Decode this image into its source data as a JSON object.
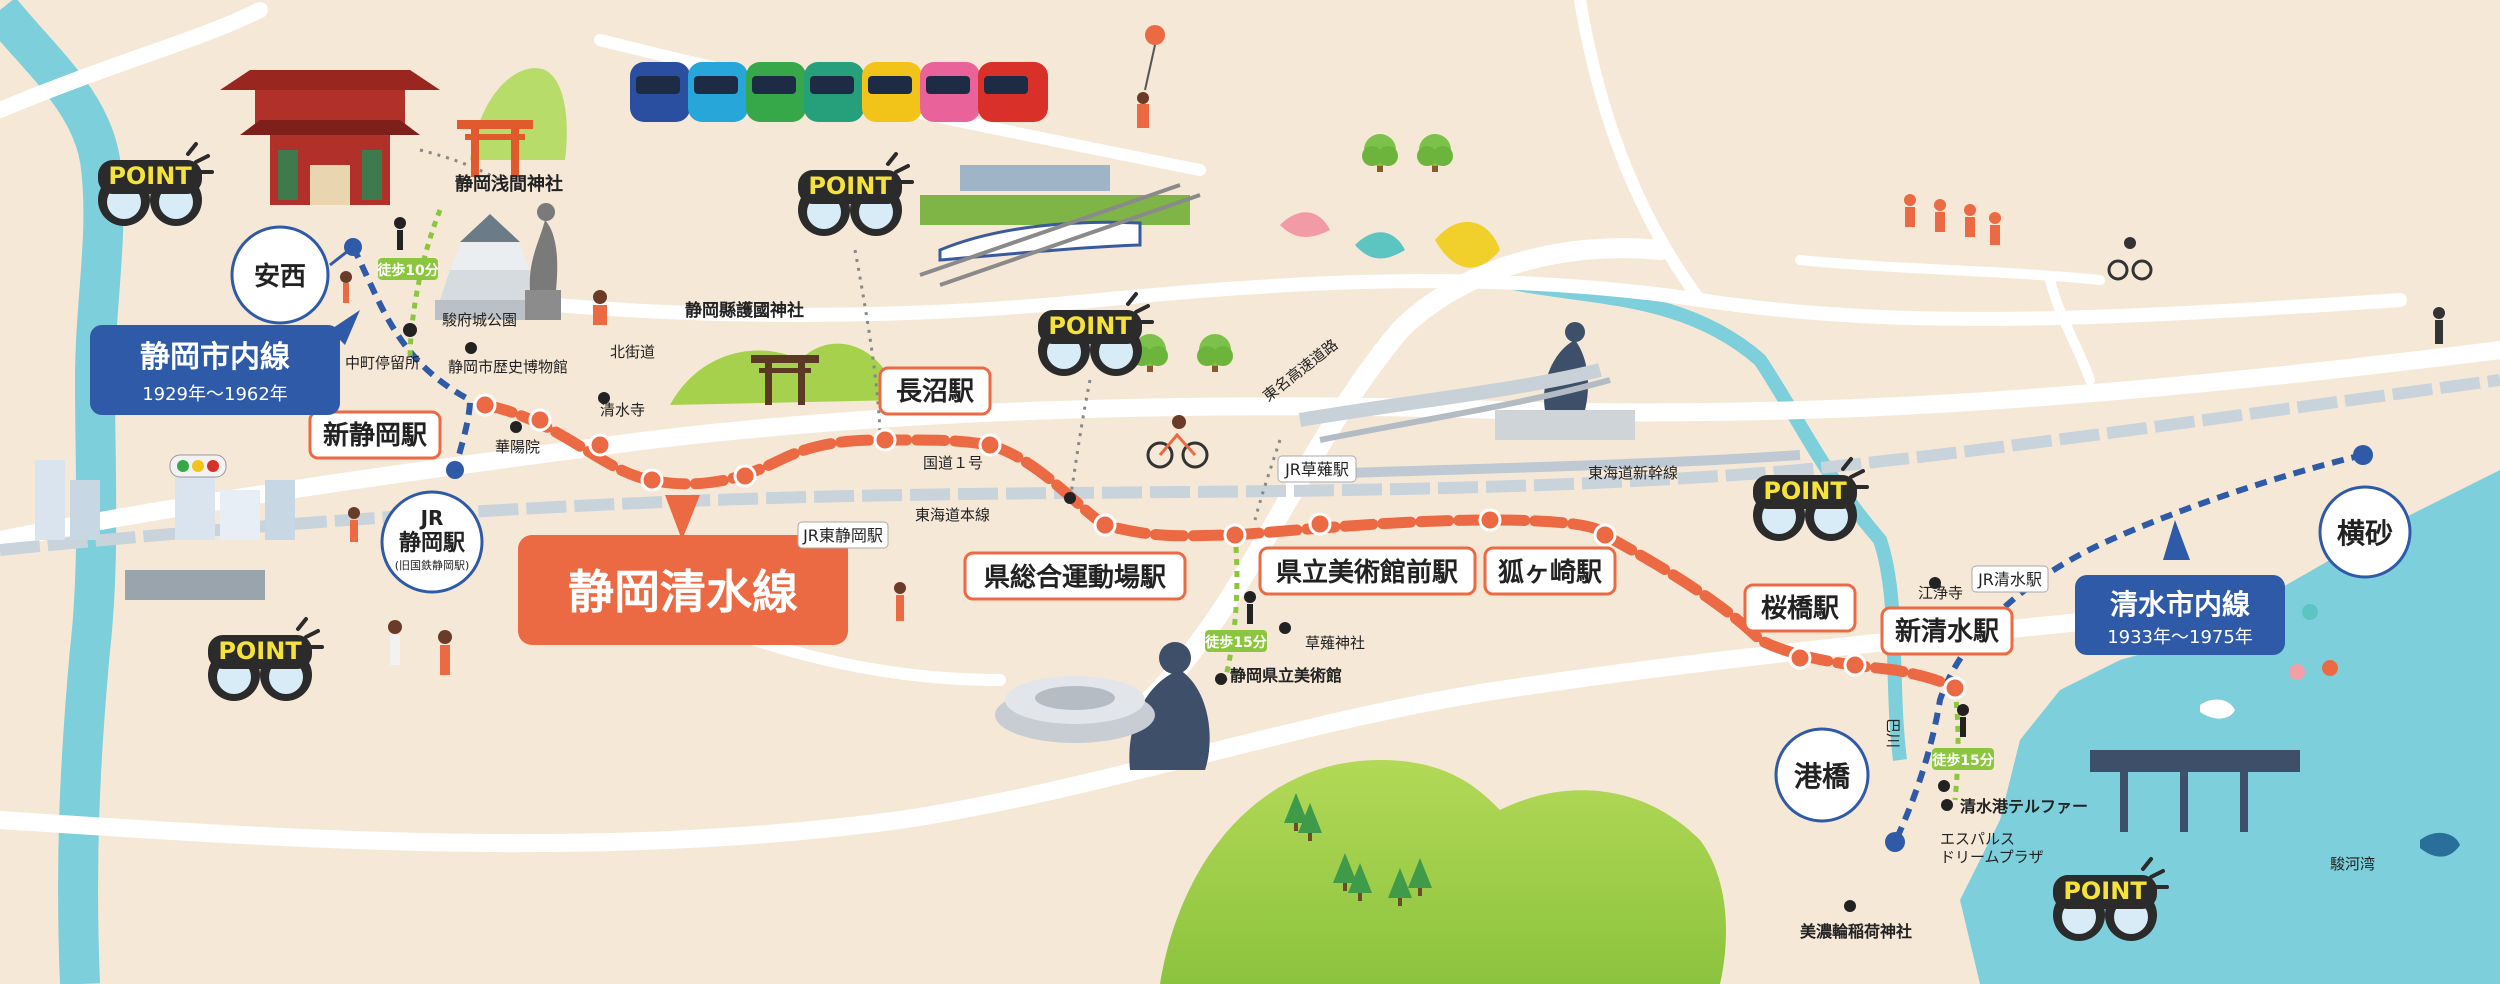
{
  "colors": {
    "background": "#f6e8d6",
    "water": "#7ccfdb",
    "road": "#ffffff",
    "shizuoka_shimizu_line": "#ec6a43",
    "old_tram_lines": "#2e5aa8",
    "walk_path": "#8cc63f",
    "hill": "#9ccc47",
    "label_box_blue": "#2e5aa8",
    "point_box": "#2b2b2b",
    "point_text": "#f5e23a"
  },
  "main_line": {
    "name": "静岡清水線"
  },
  "old_lines": {
    "shizuoka": {
      "name": "静岡市内線",
      "years": "1929年〜1962年"
    },
    "shimizu": {
      "name": "清水市内線",
      "years": "1933年〜1975年"
    }
  },
  "stations": [
    {
      "id": "shin-shizuoka",
      "name": "新静岡駅"
    },
    {
      "id": "naganuma",
      "name": "長沼駅"
    },
    {
      "id": "kenso",
      "name": "県総合運動場駅"
    },
    {
      "id": "kenritsu",
      "name": "県立美術館前駅"
    },
    {
      "id": "kitsunegasaki",
      "name": "狐ヶ崎駅"
    },
    {
      "id": "sakurabashi",
      "name": "桜橋駅"
    },
    {
      "id": "shin-shimizu",
      "name": "新清水駅"
    }
  ],
  "circle_stops": {
    "anzai": "安西",
    "jr_shizuoka": [
      "JR",
      "静岡駅",
      "(旧国鉄静岡駅)"
    ],
    "minatobashi": "港橋",
    "yokosuna": "横砂"
  },
  "point_label": "POINT",
  "places": {
    "sengen": "静岡浅間神社",
    "gokoku": "静岡縣護國神社",
    "sunpu_park": "駿府城公園",
    "history_museum": "静岡市歴史博物館",
    "nakamachi": "中町停留所",
    "kitakaido": "北街道",
    "seisuiji": "清水寺",
    "kayoin": "華陽院",
    "jr_higashi_shizuoka": "JR東静岡駅",
    "tokaido_main": "東海道本線",
    "route1": "国道１号",
    "tomei": "東名高速道路",
    "jr_kusanagi": "JR草薙駅",
    "tokaido_shinkansen": "東海道新幹線",
    "kusanagi_shrine": "草薙神社",
    "art_museum": "静岡県立美術館",
    "walk15_a": "徒歩15分",
    "walk15_b": "徒歩15分",
    "walk10": "徒歩10分",
    "jr_shimizu": "JR清水駅",
    "ejoji": "江浄寺",
    "tomoegawa": "巴川",
    "terminal": "清水港テルファー",
    "s_pulse": [
      "エスパルス",
      "ドリームプラザ"
    ],
    "minowa": "美濃輪稲荷神社",
    "suruga_bay": "駿河湾"
  }
}
